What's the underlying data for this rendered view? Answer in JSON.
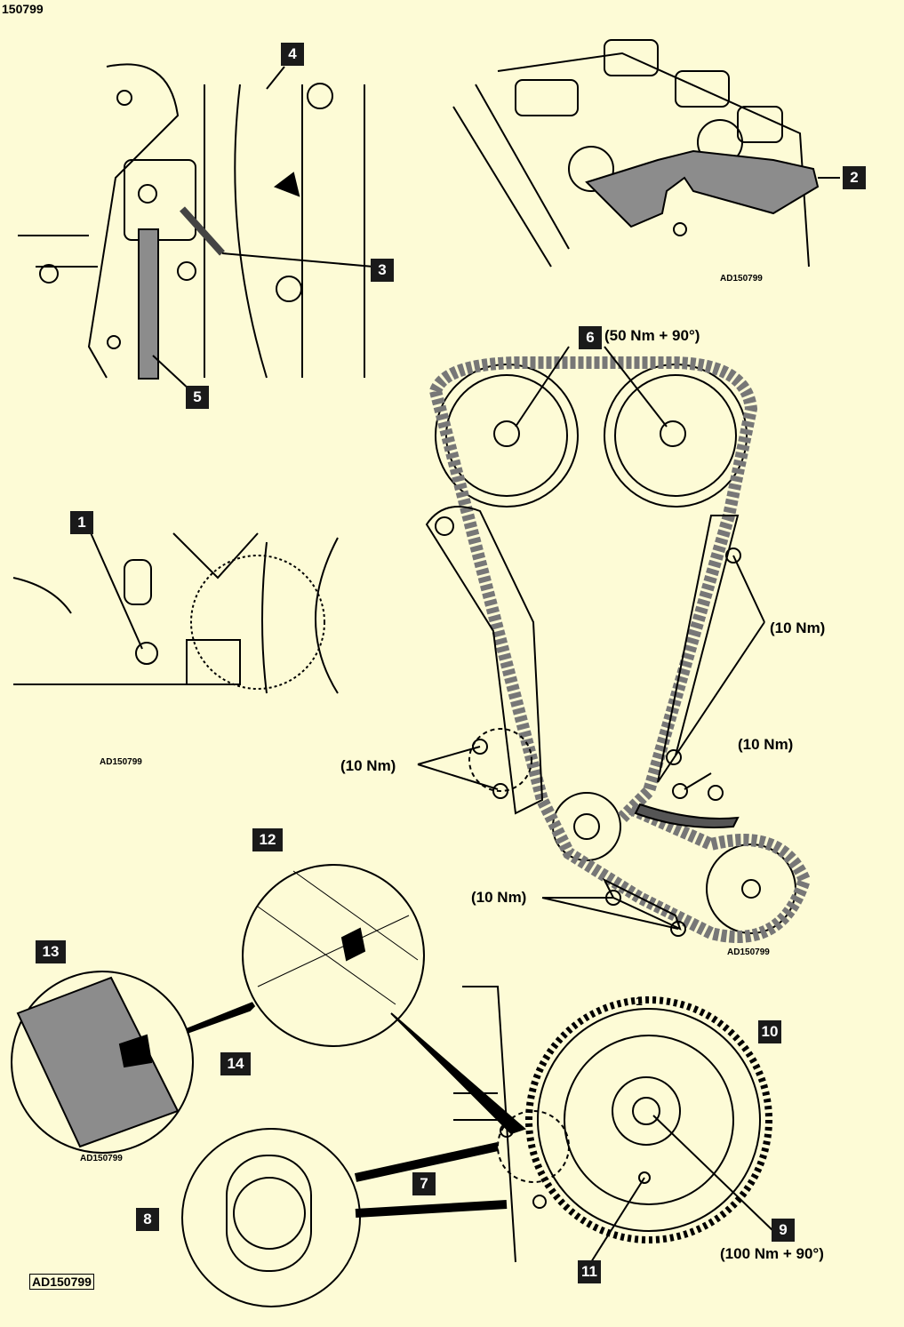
{
  "header": {
    "figure_number": "150799"
  },
  "callouts": [
    "1",
    "2",
    "3",
    "4",
    "5",
    "6",
    "7",
    "8",
    "9",
    "10",
    "11",
    "12",
    "13",
    "14"
  ],
  "torques": {
    "camshaft_bolts": "(50 Nm + 90°)",
    "guide_upper_right": "(10 Nm)",
    "tensioner_right": "(10 Nm)",
    "guide_left": "(10 Nm)",
    "lower_guide": "(10 Nm)",
    "crank_bolt": "(100 Nm + 90°)"
  },
  "gear_mark": "1",
  "refs": {
    "cam_tool": "AD150799",
    "crank_view": "AD150799",
    "chain": "AD150799",
    "detail": "AD150799",
    "main": "AD150799"
  },
  "colors": {
    "background": "#fdfbd6",
    "tool_fill": "#8c8c8c",
    "ink": "#000000"
  }
}
